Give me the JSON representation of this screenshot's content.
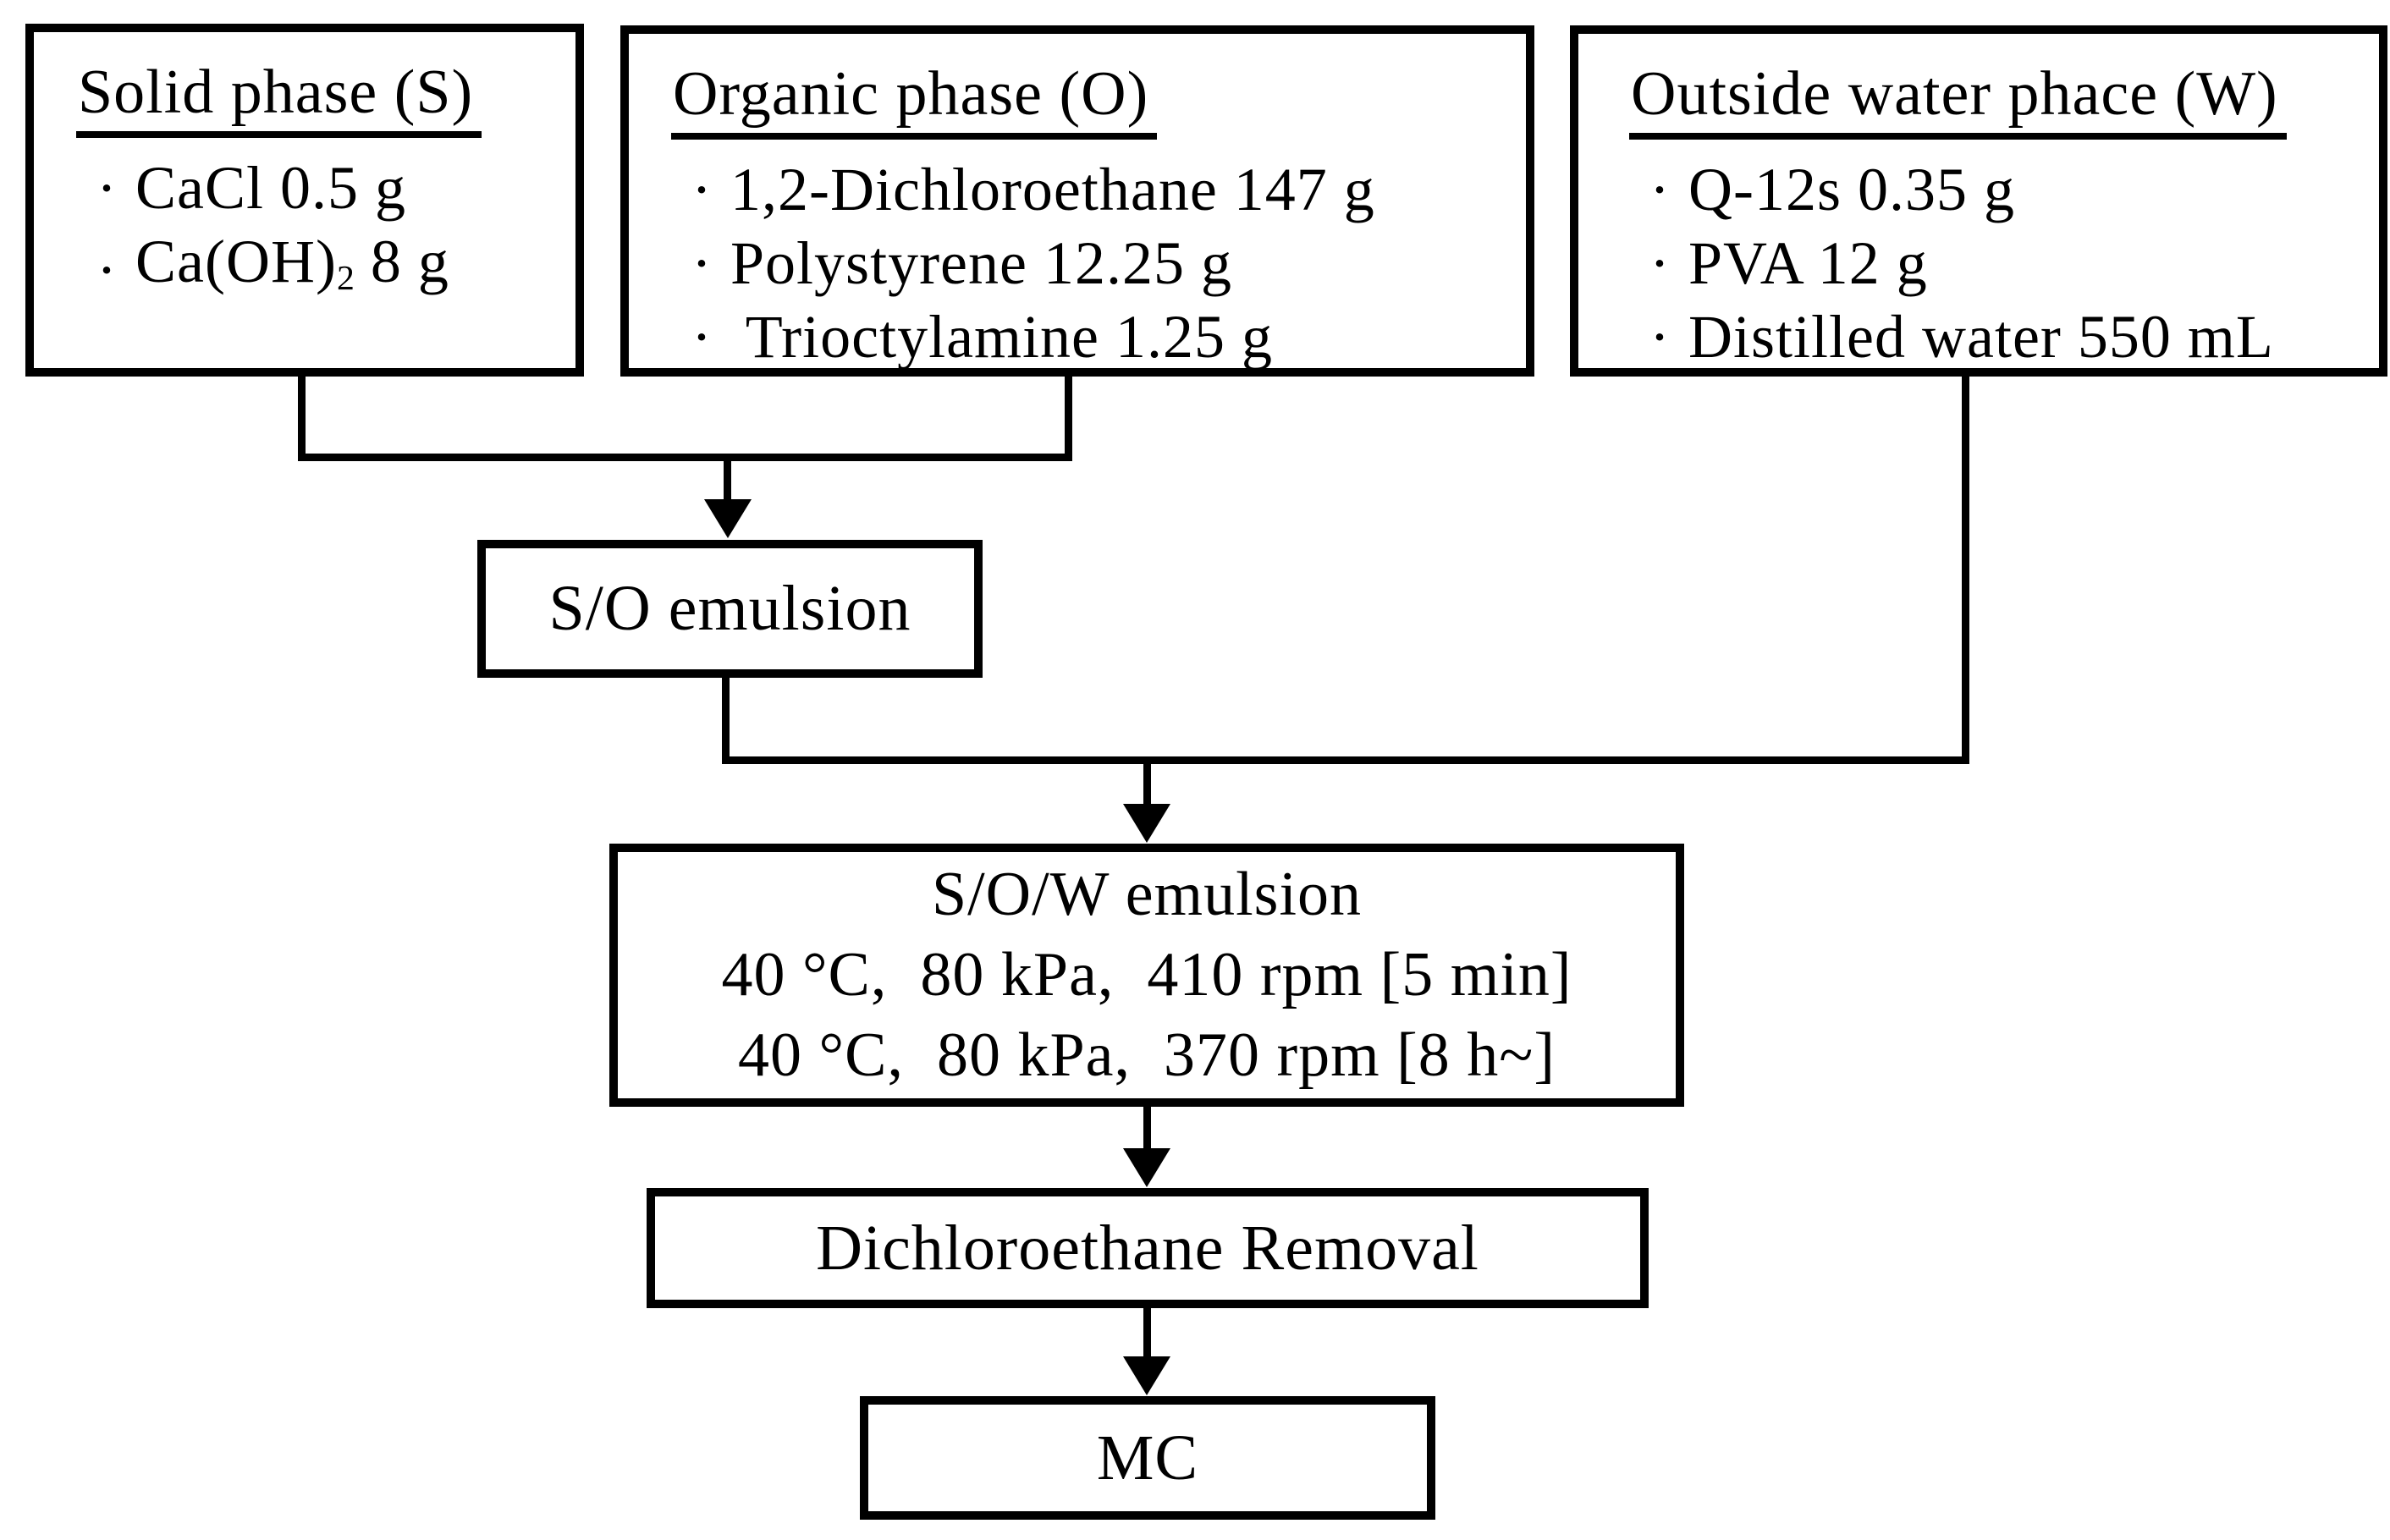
{
  "colors": {
    "ink": "#000000",
    "paper": "#ffffff"
  },
  "ui": {
    "bullet": "·"
  },
  "boxes": {
    "solid": {
      "title": "Solid phase (S)",
      "item1": "CaCl 0.5 g",
      "item2": {
        "pre": "Ca(OH)",
        "sub": "2",
        "post": " 8 g"
      }
    },
    "organic": {
      "title": "Organic phase (O)",
      "items": [
        "1,2-Dichloroethane 147 g",
        "Polystyrene 12.25 g",
        " Trioctylamine 1.25 g"
      ]
    },
    "water": {
      "title": "Outside water phace (W)",
      "items": [
        "Q-12s 0.35 g",
        "PVA 12 g",
        "Distilled water 550 mL"
      ]
    }
  },
  "nodes": {
    "so_emulsion": "S/O emulsion",
    "sow": {
      "line1": "S/O/W emulsion",
      "line2": "40 °C,  80 kPa,  410 rpm [5 min]",
      "line3": "40 °C,  80 kPa,  370 rpm [8 h~]"
    },
    "removal": "Dichloroethane Removal",
    "mc": "MC"
  }
}
